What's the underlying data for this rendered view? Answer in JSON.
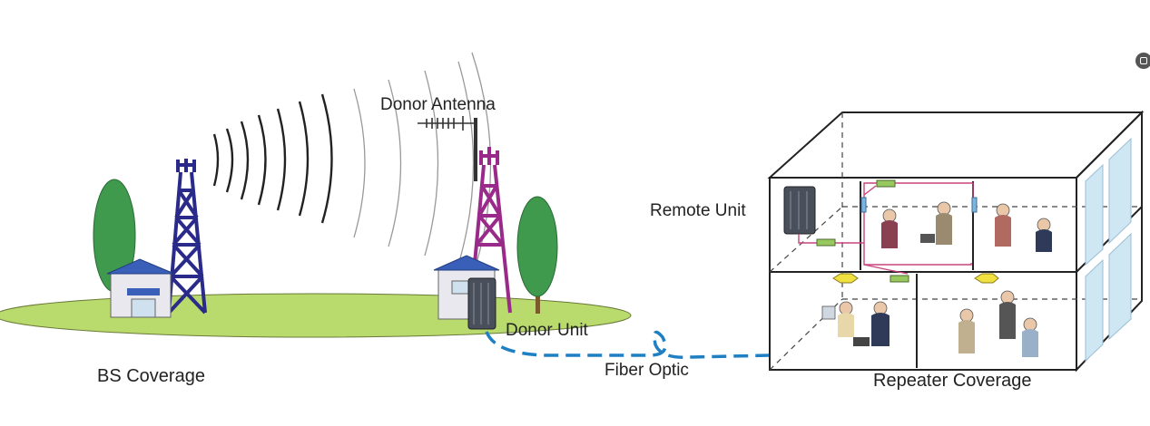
{
  "labels": {
    "donor_antenna": "Donor Antenna",
    "remote_unit": "Remote Unit",
    "donor_unit": "Donor Unit",
    "fiber_optic": "Fiber Optic",
    "bs_coverage": "BS Coverage",
    "repeater_coverage": "Repeater Coverage"
  },
  "colors": {
    "bs_tower": "#2a2a8a",
    "donor_tower": "#9a2a8a",
    "ground": "#b7d96a",
    "tree": "#3f9a4e",
    "fiber": "#1e7fc2",
    "roof": "#3a5fb8"
  },
  "icons": [
    "expand-icon"
  ]
}
